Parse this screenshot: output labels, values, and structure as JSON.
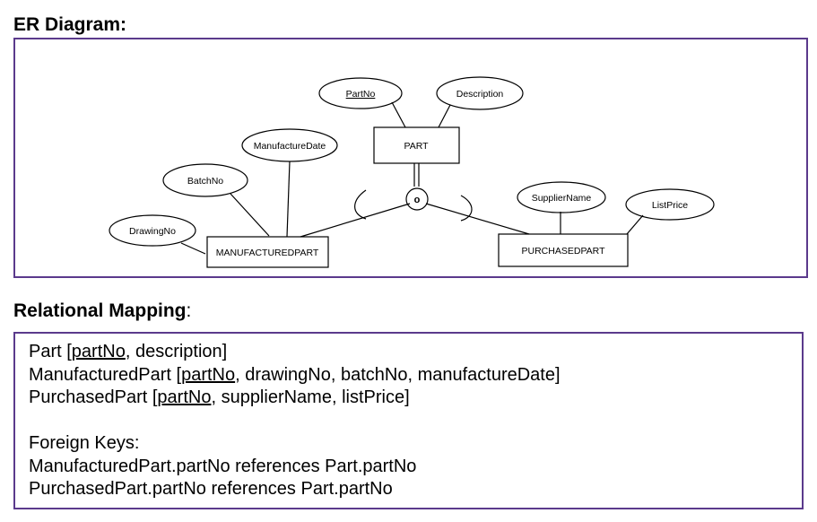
{
  "er_heading": "ER Diagram:",
  "rm_heading": {
    "bold": "Relational Mapping",
    "suffix": ":"
  },
  "diagram": {
    "entities": {
      "part": "PART",
      "manufactured": "MANUFACTUREDPART",
      "purchased": "PURCHASEDPART"
    },
    "attributes": {
      "partno": "PartNo",
      "description": "Description",
      "manufacture_date": "ManufactureDate",
      "batchno": "BatchNo",
      "drawingno": "DrawingNo",
      "supplier_name": "SupplierName",
      "list_price": "ListPrice"
    },
    "specialization_symbol": "o"
  },
  "mapping": {
    "part": {
      "prefix": "Part [",
      "key": "partNo",
      "rest": ", description]"
    },
    "manufactured": {
      "prefix": "ManufacturedPart [",
      "key": "partNo",
      "rest": ", drawingNo, batchNo, manufactureDate]"
    },
    "purchased": {
      "prefix": "PurchasedPart [",
      "key": "partNo",
      "rest": ", supplierName, listPrice]"
    },
    "fk_title": "Foreign Keys:",
    "fk1": "ManufacturedPart.partNo references Part.partNo",
    "fk2": "PurchasedPart.partNo references Part.partNo"
  }
}
